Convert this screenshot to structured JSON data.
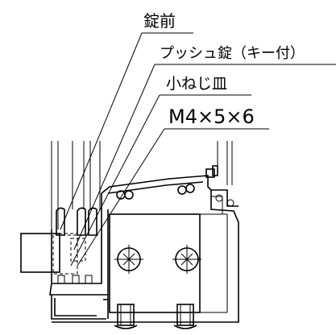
{
  "labels": {
    "line1": "錠前",
    "line2": "プッシュ錠（キー付）",
    "line3": "小ねじ皿",
    "line4": "M4×5×6"
  }
}
